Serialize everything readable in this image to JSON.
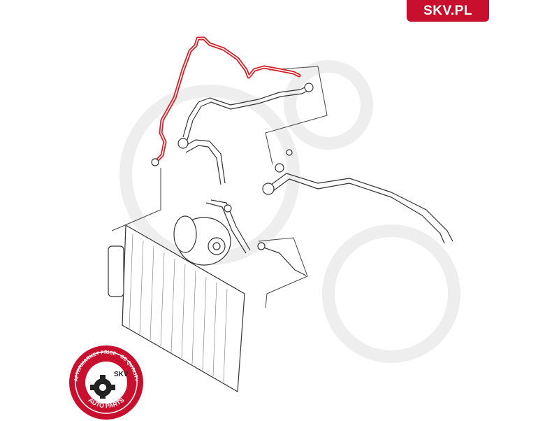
{
  "brand": {
    "label": "SKV.PL",
    "color": "#c8102e"
  },
  "seal": {
    "ring_text": "AFTERMARKET PRICE · OE QUALITY",
    "center_text": "SKV",
    "bottom_text": "AUTO PARTS",
    "color": "#c8102e"
  },
  "diagram": {
    "highlight_color": "#d41f26",
    "line_color": "#333333",
    "watermark_color": "#eeeeee"
  }
}
